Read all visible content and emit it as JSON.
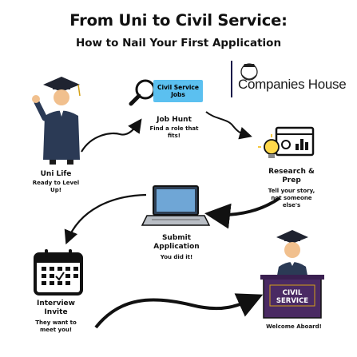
{
  "title": "From Uni to Civil Service:",
  "subtitle": "How to Nail Your First Application",
  "logo": {
    "text": "Companies House",
    "name": "royal-crest-icon"
  },
  "steps": {
    "uni_life": {
      "label": "Uni Life",
      "sub": "Ready to Level Up!",
      "icon": "graduate-icon"
    },
    "job_hunt": {
      "label": "Job Hunt",
      "sub": "Find a role that fits!",
      "badge": "Civil Service Jobs",
      "icon": "magnifier-icon"
    },
    "research": {
      "label": "Research & Prep",
      "sub": "Tell your story, not someone else's",
      "icon": "lightbulb-chart-icon"
    },
    "submit": {
      "label": "Submit Application",
      "sub": "You did it!",
      "icon": "laptop-icon"
    },
    "interview": {
      "label": "Interview Invite",
      "sub": "They want to meet you!",
      "icon": "calendar-icon"
    },
    "welcome": {
      "sub": "Welcome Aboard!",
      "podium": "CIVIL SERVICE",
      "icon": "graduate-podium-icon"
    }
  },
  "colors": {
    "badge": "#5bc0f0",
    "podium": "#4a2a63",
    "gown": "#2b3a55",
    "arrow": "#111111"
  }
}
